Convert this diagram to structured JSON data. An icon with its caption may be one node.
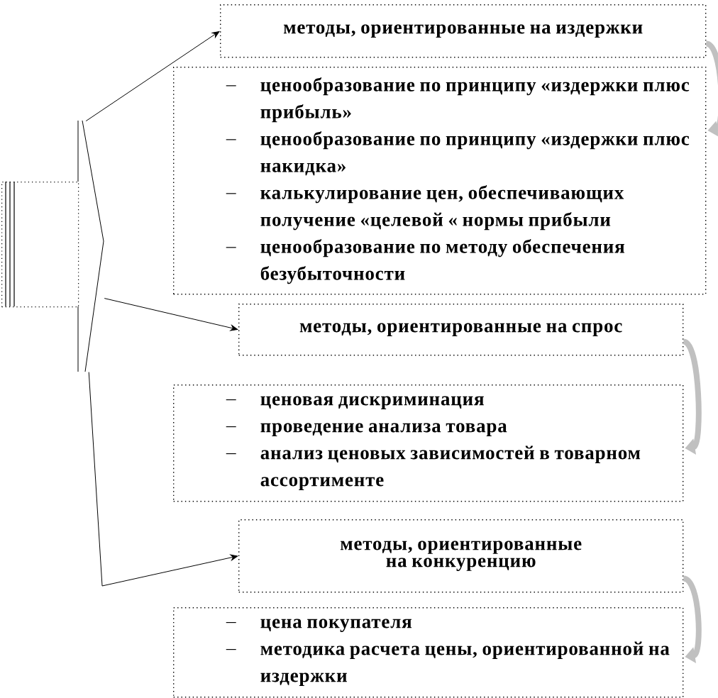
{
  "diagram": {
    "nodes": [
      {
        "text": [],
        "shape": "box"
      },
      {
        "text": [
          "методы, ориентированные на издержки"
        ]
      },
      {
        "text": [
          "ценообразование по принципу «издержки плюс прибыль»",
          "ценообразование по принципу «издержки плюс накидка»",
          "калькулирование цен, обеспечивающих получение «целевой « нормы прибыли",
          "ценообразование по методу  обеспечения безубыточности"
        ]
      },
      {
        "text": [
          "методы, ориентированные на спрос"
        ]
      },
      {
        "text": [
          "ценовая дискриминация",
          "проведение анализа товара",
          "анализ ценовых зависимостей в  товарном ассортименте"
        ]
      },
      {
        "text": [
          "методы, ориентированные на конкуренцию"
        ]
      },
      {
        "text": [
          "цена покупателя",
          "методика расчета цены, ориентированной на издержки"
        ]
      }
    ],
    "edges": [
      {
        "from": 0,
        "to": 1,
        "arrow": "to"
      },
      {
        "from": 0,
        "to": 3,
        "arrow": "to"
      },
      {
        "from": 0,
        "to": 5,
        "arrow": "to"
      },
      {
        "from": 1,
        "to": 2,
        "arrow": "to",
        "style": "thick",
        "color": "#c0c0c0"
      },
      {
        "from": 3,
        "to": 4,
        "arrow": "to",
        "style": "thick",
        "color": "#c0c0c0"
      },
      {
        "from": 5,
        "to": 6,
        "arrow": "to",
        "style": "thick",
        "color": "#c0c0c0"
      }
    ]
  }
}
